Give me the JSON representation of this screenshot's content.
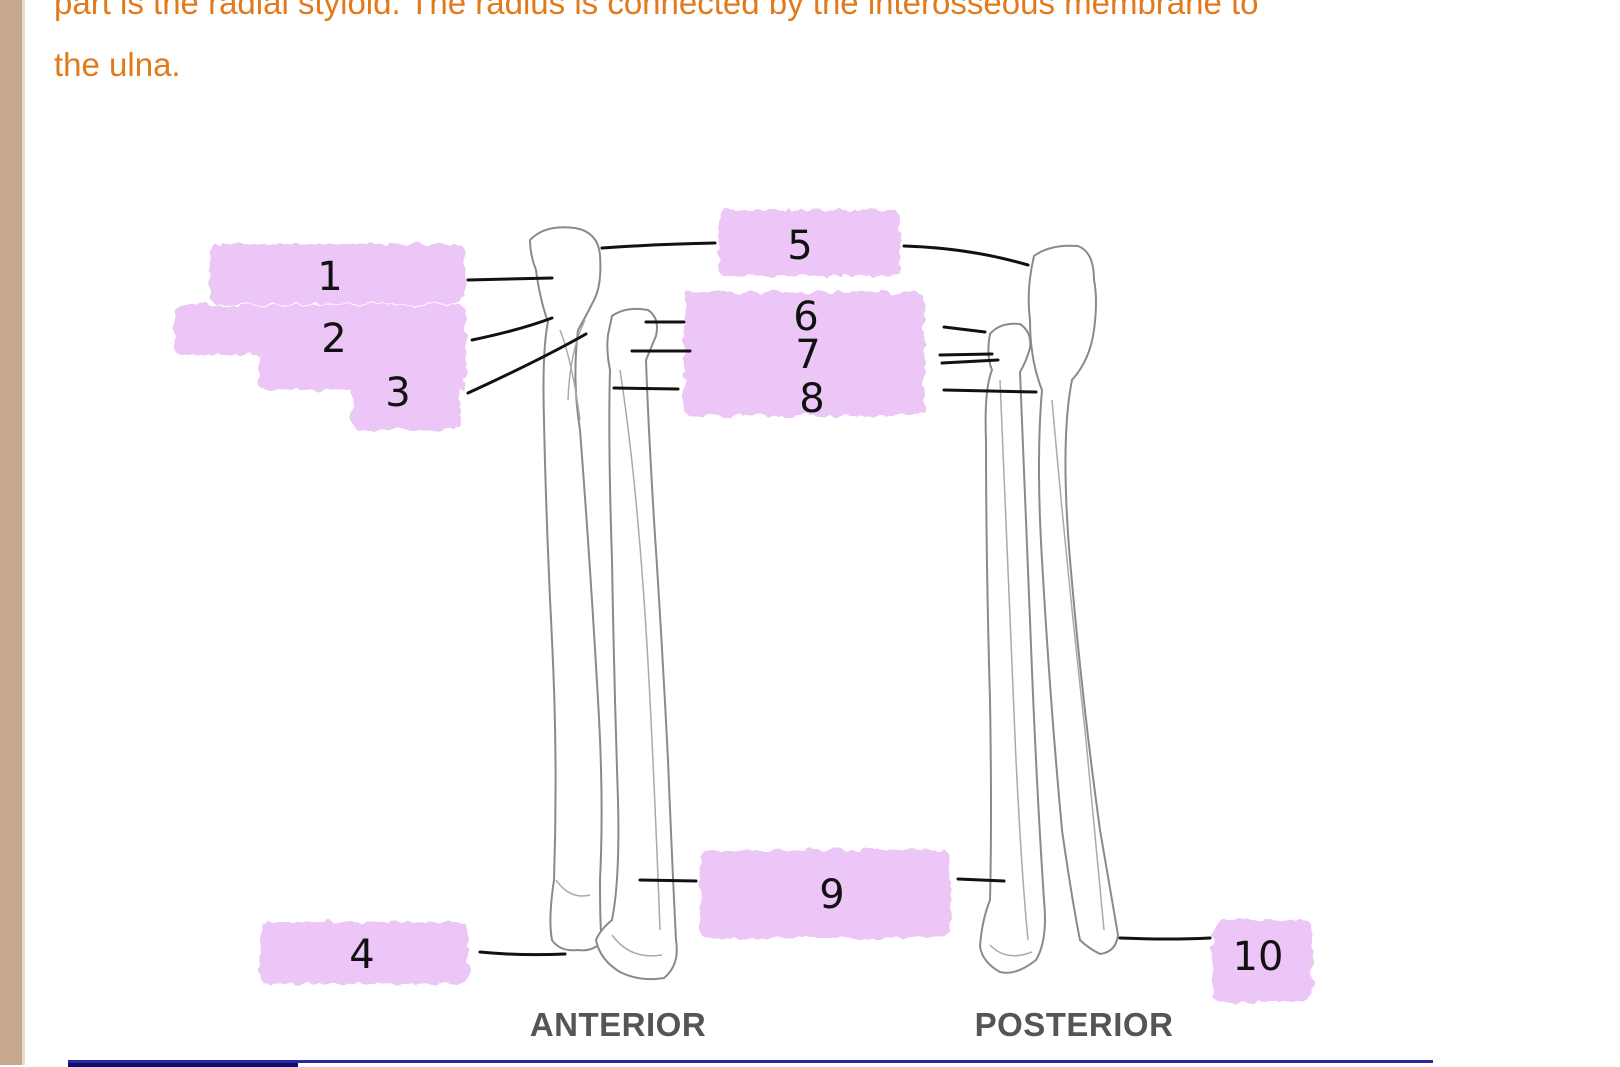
{
  "text": {
    "line1": "part is the radial styloid. The radius is connected by the interosseous membrane to",
    "line2": "the ulna."
  },
  "views": {
    "anterior": "ANTERIOR",
    "posterior": "POSTERIOR"
  },
  "labels": {
    "l1": "1",
    "l2": "2",
    "l3": "3",
    "l4": "4",
    "l5": "5",
    "l6": "6",
    "l7": "7",
    "l8": "8",
    "l9": "9",
    "l10": "10"
  },
  "colors": {
    "highlight": "#ecc6f6",
    "instruction_text": "#e27a1b",
    "bone_outline": "#8a8a8a",
    "sidebar": "#c6a88f"
  }
}
